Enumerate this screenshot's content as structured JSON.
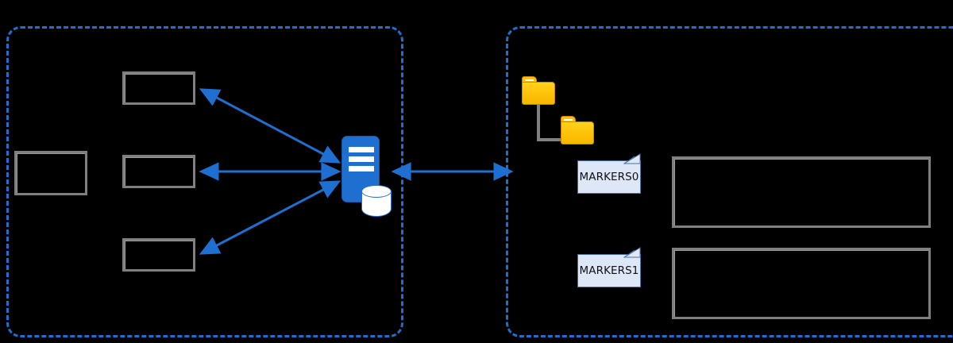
{
  "diagram": {
    "title": "",
    "background_color": "#000000",
    "accent_color": "#1f6fd0",
    "box_border_color": "#7f7f7f",
    "folder_color": "#ffc800",
    "note_fill_color": "#dde7f7"
  },
  "panels": [
    {
      "id": "panel-left",
      "label": "",
      "border_style": "dashed",
      "border_color": "#1f6fd0"
    },
    {
      "id": "panel-right",
      "label": "",
      "border_style": "dashed",
      "border_color": "#1f6fd0"
    }
  ],
  "left_panel": {
    "client_box": {
      "label": ""
    },
    "service_boxes": [
      {
        "label": ""
      },
      {
        "label": ""
      },
      {
        "label": ""
      }
    ],
    "server": {
      "icon": "server-database-icon",
      "label": "",
      "bar_count": 3
    }
  },
  "right_panel": {
    "folders": [
      {
        "icon": "folder-icon",
        "label": ""
      },
      {
        "icon": "folder-icon",
        "label": ""
      }
    ],
    "notes": [
      {
        "icon": "note-icon",
        "label": "MARKERS0"
      },
      {
        "icon": "note-icon",
        "label": "MARKERS1"
      }
    ],
    "store_boxes": [
      {
        "label": ""
      },
      {
        "label": ""
      }
    ]
  },
  "connectors": {
    "server_to_service_a": {
      "type": "double-arrow"
    },
    "server_to_service_b": {
      "type": "double-arrow"
    },
    "server_to_service_c": {
      "type": "double-arrow"
    },
    "panel_to_panel": {
      "type": "double-arrow"
    },
    "folder_root_to_child": {
      "type": "elbow-line"
    }
  }
}
